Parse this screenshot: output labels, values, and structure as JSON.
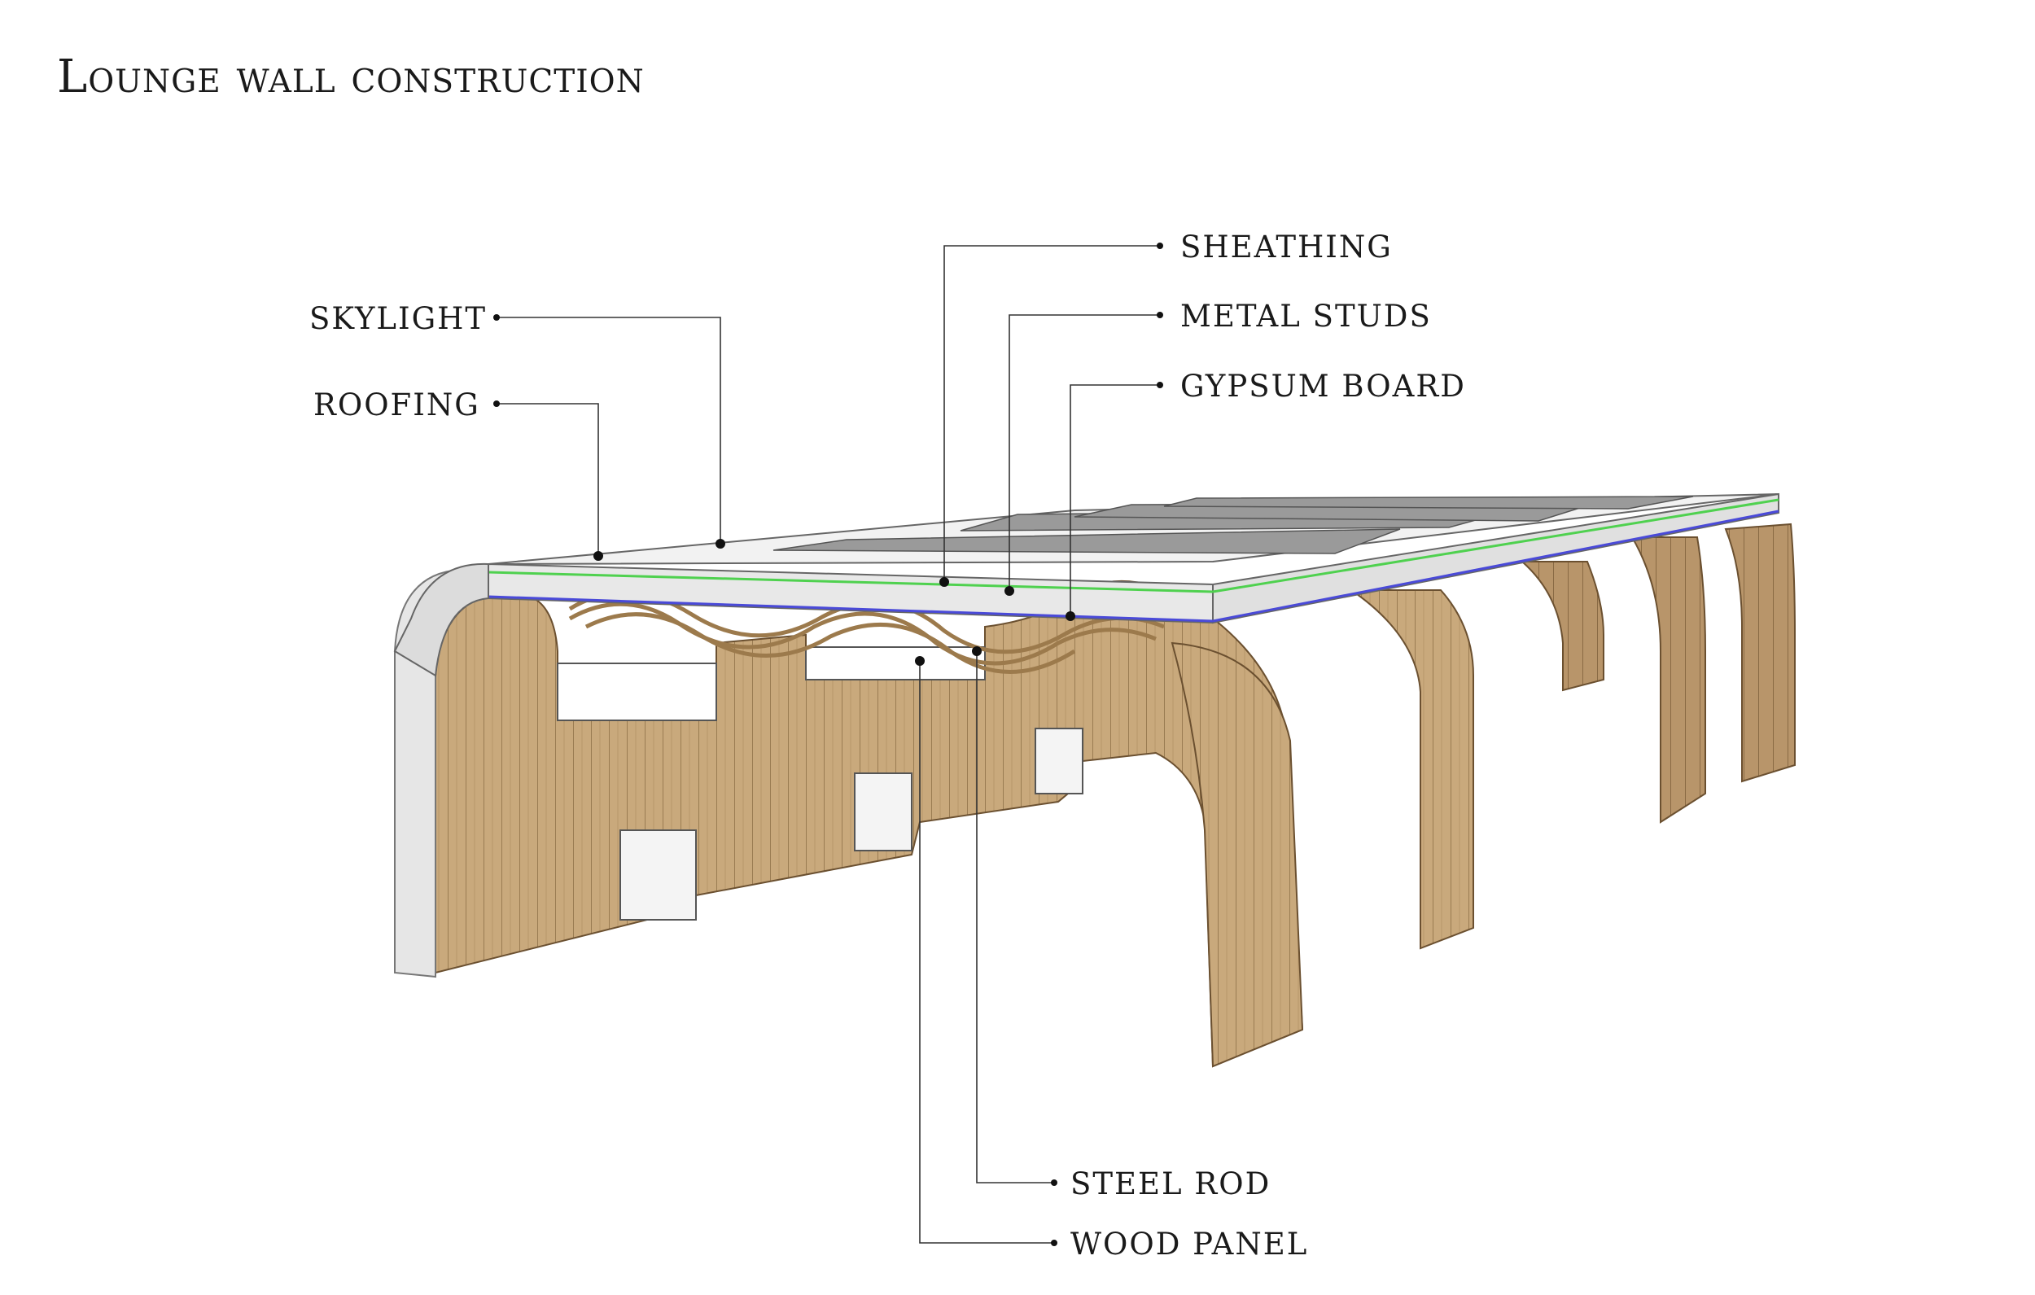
{
  "title": "Lounge wall construction",
  "labels": {
    "skylight": "SKYLIGHT",
    "roofing": "ROOFING",
    "sheathing": "SHEATHING",
    "metal_studs": "METAL STUDS",
    "gypsum_board": "GYPSUM BOARD",
    "steel_rod": "STEEL ROD",
    "wood_panel": "WOOD PANEL"
  },
  "colors": {
    "wood": "#c9a97c",
    "wood_dark": "#a8865a",
    "roof_white": "#f2f2f2",
    "skylight_gray": "#9a9a9a",
    "sheathing_green": "#4fd14f",
    "gypsum_blue": "#4a4ad8",
    "opening_white": "#f4f4f4"
  }
}
